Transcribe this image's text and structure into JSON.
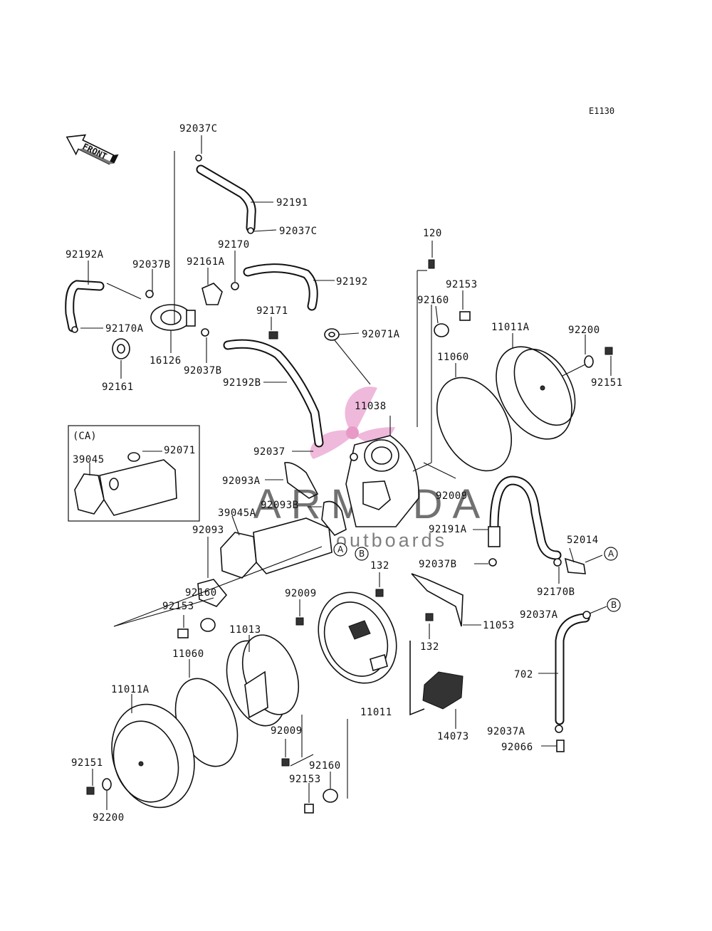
{
  "diagram": {
    "code": "E1130",
    "front_label": "FRONT",
    "variant_box_label": "(CA)",
    "watermark": {
      "title": "ARMADA",
      "subtitle": "marine outboards"
    },
    "callouts": {
      "a": "A",
      "b": "B"
    },
    "part_labels": [
      "92037C",
      "92191",
      "92037C",
      "92192A",
      "92037B",
      "92161A",
      "92170",
      "92192",
      "120",
      "92153",
      "92160",
      "92171",
      "92071A",
      "92170A",
      "16126",
      "92037B",
      "92161",
      "92192B",
      "11011A",
      "92200",
      "11060",
      "92151",
      "11038",
      "92071",
      "39045",
      "92037",
      "92093A",
      "92009",
      "92093B",
      "39045A",
      "92093",
      "92191A",
      "52014",
      "92037B",
      "92170B",
      "132",
      "92160",
      "92153",
      "92009",
      "11053",
      "132",
      "11013",
      "92037A",
      "11060",
      "702",
      "11011A",
      "11011",
      "14073",
      "92037A",
      "92009",
      "92066",
      "92151",
      "92160",
      "92153",
      "92200"
    ]
  }
}
